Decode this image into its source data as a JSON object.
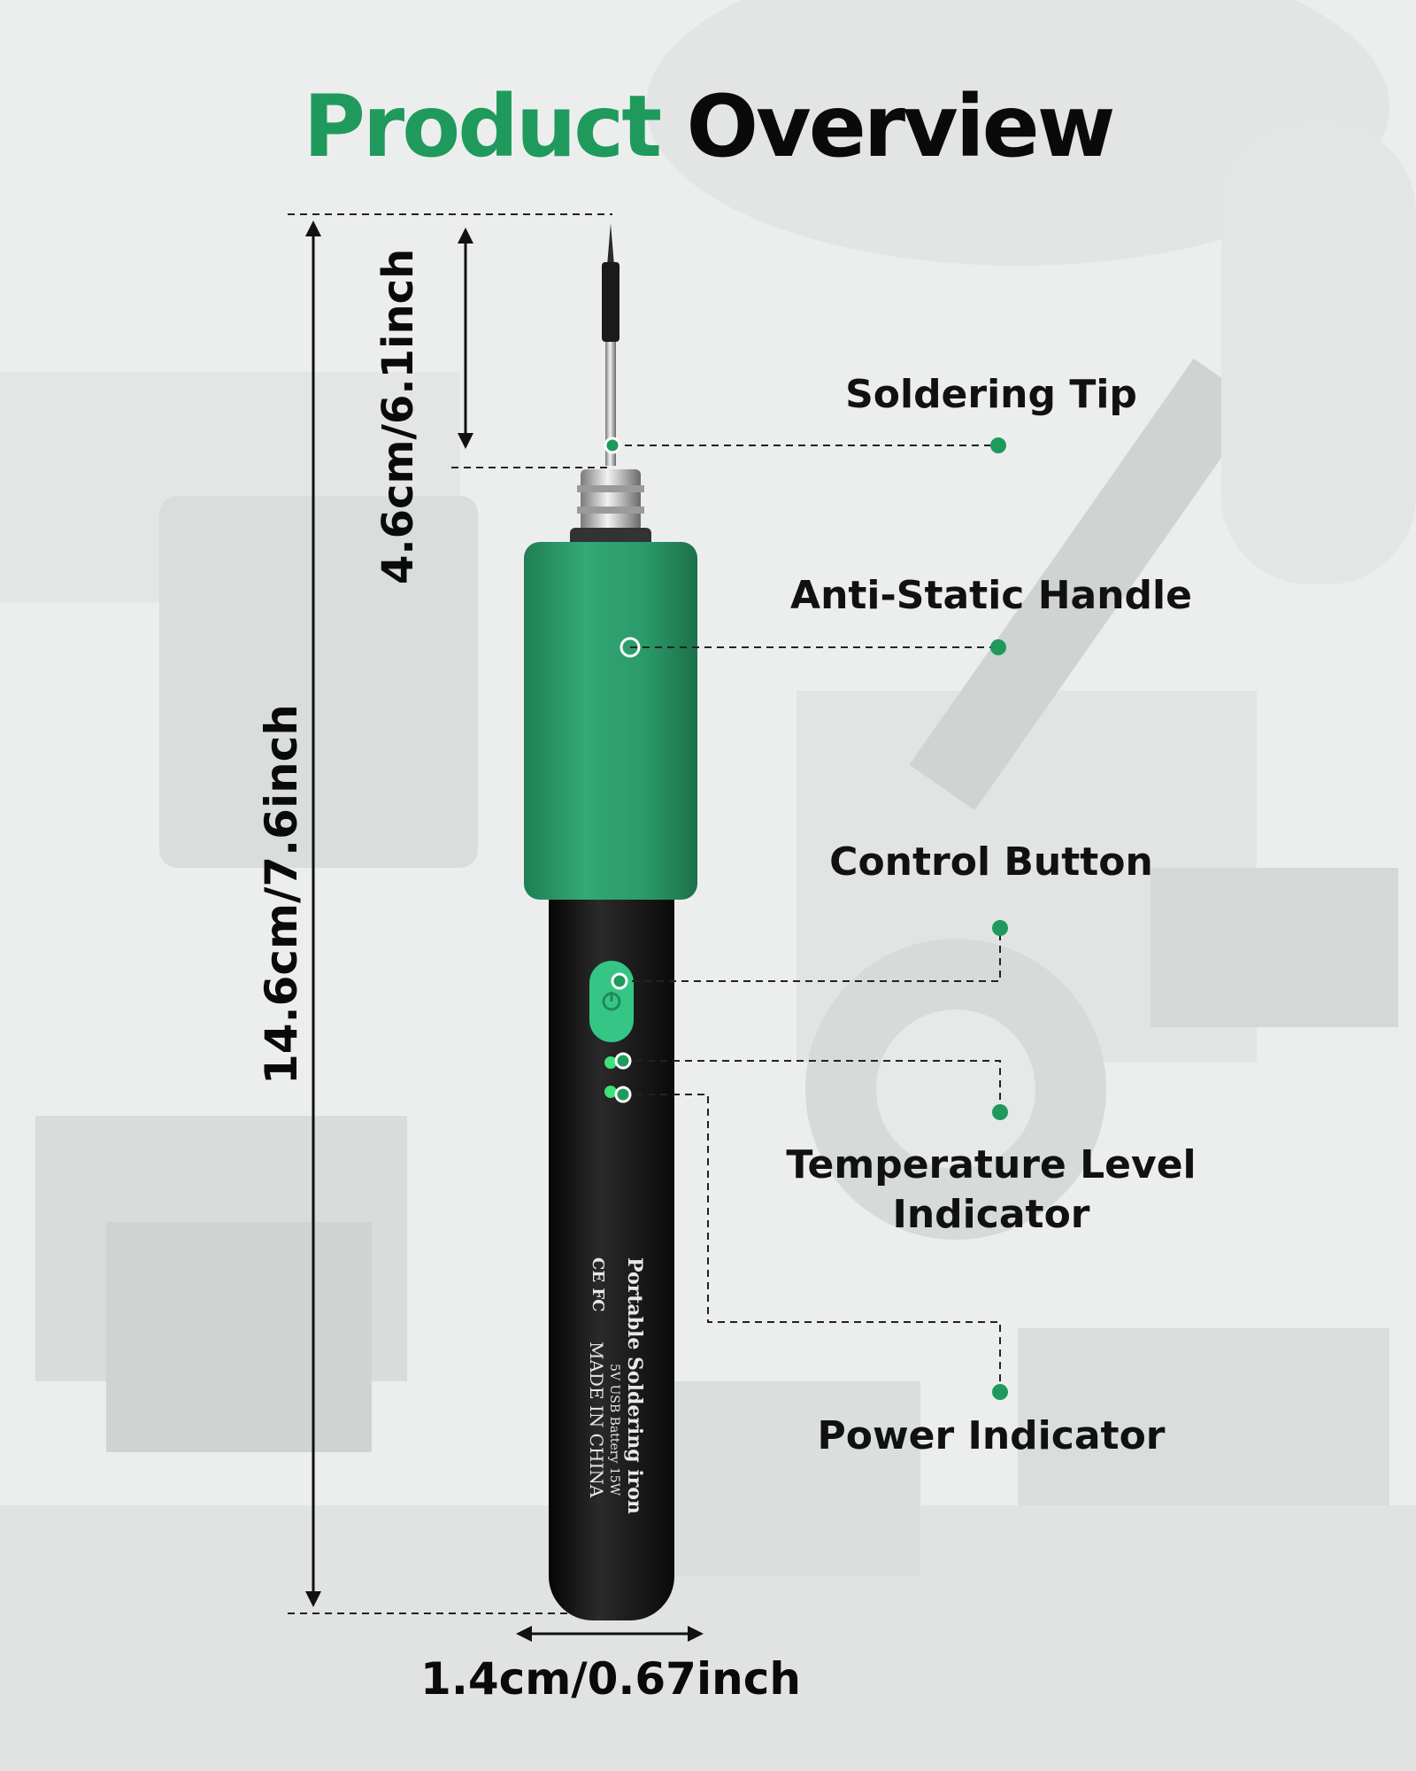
{
  "title": {
    "word1": "Product",
    "word2": "Overview"
  },
  "colors": {
    "accent": "#1f9a5c",
    "handle": "#2a9a6a",
    "body": "#161616",
    "button": "#35c686"
  },
  "callouts": {
    "tip": "Soldering Tip",
    "handle": "Anti-Static Handle",
    "button": "Control Button",
    "temp_line1": "Temperature Level",
    "temp_line2": "Indicator",
    "power": "Power Indicator"
  },
  "dimensions": {
    "total_length": "14.6cm/7.6inch",
    "tip_length": "4.6cm/6.1inch",
    "diameter": "1.4cm/0.67inch"
  },
  "device_print": {
    "name": "Portable Soldering iron",
    "spec": "5V  USB Battery 15W",
    "origin": "MADE IN CHINA",
    "marks": "CE FC"
  },
  "icons": [
    "power-icon"
  ]
}
